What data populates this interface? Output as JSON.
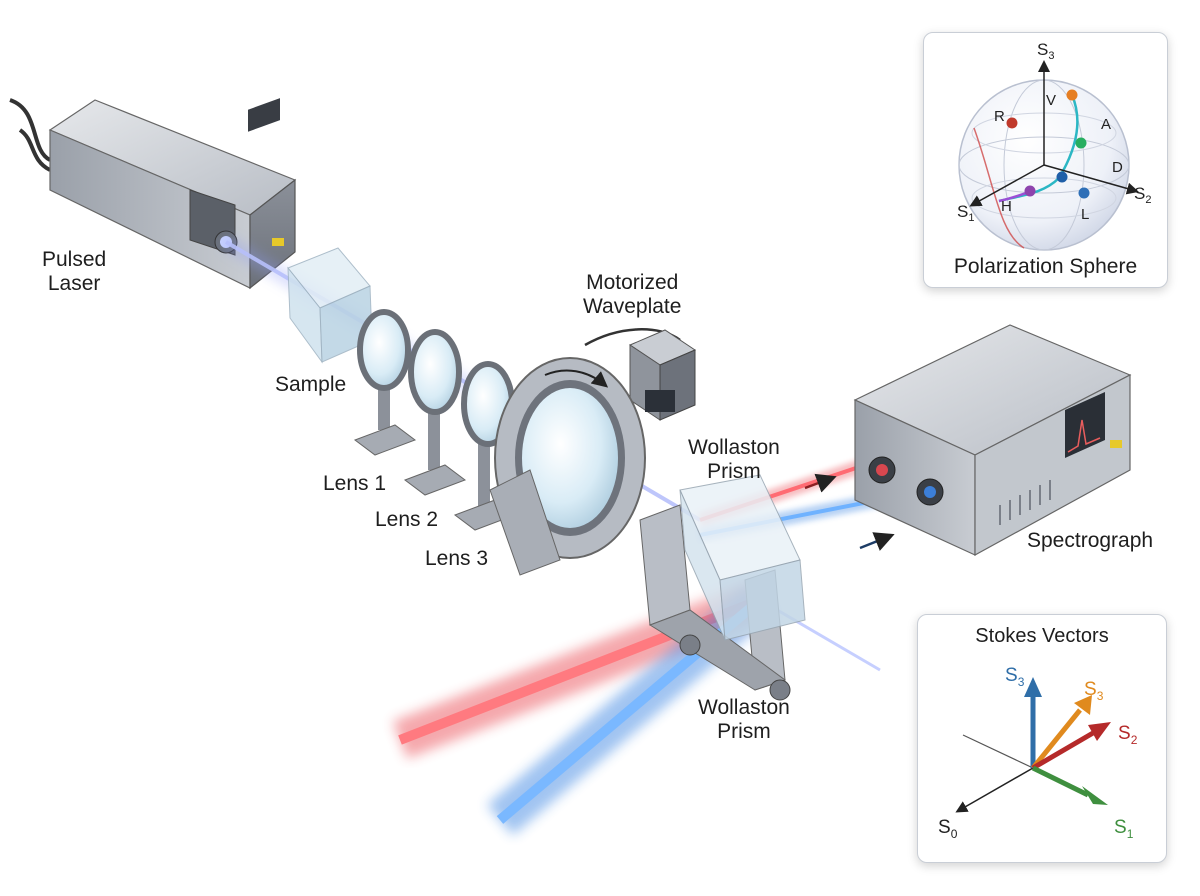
{
  "labels": {
    "laser": [
      "Pulsed",
      "Laser"
    ],
    "sample": "Sample",
    "lens1": "Lens 1",
    "lens2": "Lens 2",
    "lens3": "Lens 3",
    "waveplate": [
      "Motorized",
      "Waveplate"
    ],
    "prism_top": [
      "Wollaston",
      "Prism"
    ],
    "prism_bottom": [
      "Wollaston",
      "Prism"
    ],
    "spectrograph": "Spectrograph"
  },
  "sphere_panel": {
    "title": "Polarization Sphere",
    "axis_labels": {
      "s3": "S",
      "s3_sub": "3",
      "s2": "S",
      "s2_sub": "2",
      "s1": "S",
      "s1_sub": "1"
    },
    "points": [
      {
        "label": "R",
        "color": "#c0392b"
      },
      {
        "label": "V",
        "color": "#e67e22"
      },
      {
        "label": "A",
        "color": "#27ae60"
      },
      {
        "label": "D",
        "color": "#1f5fa8"
      },
      {
        "label": "H",
        "color": "#8e44ad"
      },
      {
        "label": "L",
        "color": "#2e6fb7"
      }
    ]
  },
  "stokes_panel": {
    "title": "Stokes Vectors",
    "vectors": [
      {
        "label": "S",
        "sub": "3",
        "color": "#2f6ea8"
      },
      {
        "label": "S",
        "sub": "3",
        "color": "#e08a1e"
      },
      {
        "label": "S",
        "sub": "2",
        "color": "#b52a2a"
      },
      {
        "label": "S",
        "sub": "1",
        "color": "#3f8f3f"
      },
      {
        "label": "S",
        "sub": "0",
        "color": "#222222"
      }
    ]
  },
  "colors": {
    "beam_red": "#e8404a",
    "beam_blue": "#2f7de0",
    "laser_beam": "#8f9cf5",
    "metal": "#b9bec6"
  }
}
